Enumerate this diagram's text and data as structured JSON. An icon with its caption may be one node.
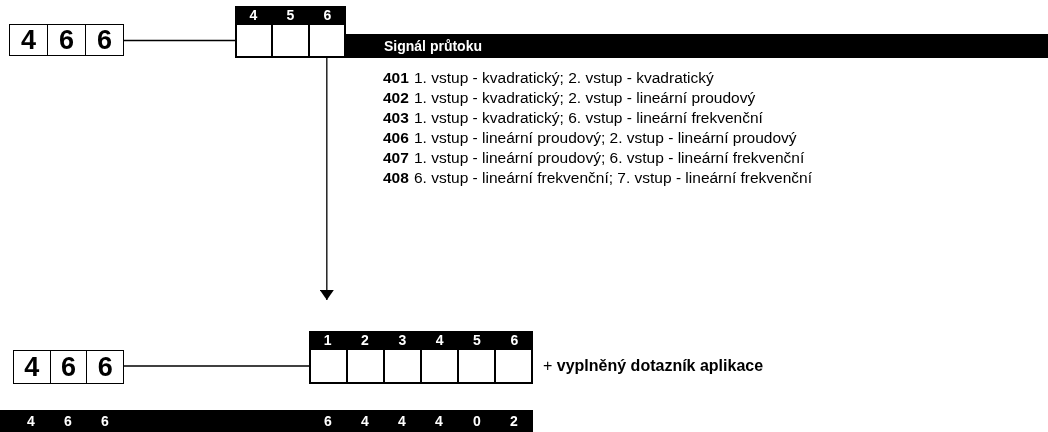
{
  "diagram": {
    "nodes": [
      {
        "text": [
          "4",
          "6",
          "6"
        ]
      },
      {
        "text": [
          "4",
          "5",
          "6"
        ]
      },
      {
        "text": [],
        "shape": "box",
        "in": 1
      },
      {
        "text": [],
        "shape": "box",
        "in": 1
      },
      {
        "text": [],
        "shape": "box",
        "in": 1
      },
      {
        "text": [
          "Signál průtoku"
        ]
      },
      {
        "text": [
          "4",
          "6",
          "6"
        ]
      },
      {
        "text": [
          "1",
          "2",
          "3",
          "4",
          "5",
          "6"
        ]
      },
      {
        "text": [],
        "shape": "box",
        "in": 7
      },
      {
        "text": [],
        "shape": "box",
        "in": 7
      },
      {
        "text": [],
        "shape": "box",
        "in": 7
      },
      {
        "text": [],
        "shape": "box",
        "in": 7
      },
      {
        "text": [],
        "shape": "box",
        "in": 7
      },
      {
        "text": [],
        "shape": "box",
        "in": 7
      }
    ],
    "edges": [
      {
        "from": 0,
        "to": 1,
        "arrow": "none"
      },
      {
        "from": 4,
        "to": null,
        "arrow": "to"
      },
      {
        "from": 6,
        "to": 7,
        "arrow": "none"
      }
    ],
    "labels": [
      "401",
      "1. vstup - kvadratický; 2. vstup - kvadratický",
      "402",
      "1. vstup - kvadratický; 2. vstup - lineární proudový",
      "403",
      "1. vstup - kvadratický; 6. vstup - lineární frekvenční",
      "406",
      "1. vstup - lineární proudový; 2. vstup - lineární proudový",
      "407",
      "1. vstup - lineární proudový; 6. vstup - lineární frekvenční",
      "408",
      "6. vstup - lineární frekvenční; 7. vstup - lineární frekvenční",
      "+ **vyplněný dotazník aplikace**",
      "4",
      "6",
      "6",
      "6",
      "4",
      "4",
      "4",
      "0",
      "2"
    ]
  }
}
